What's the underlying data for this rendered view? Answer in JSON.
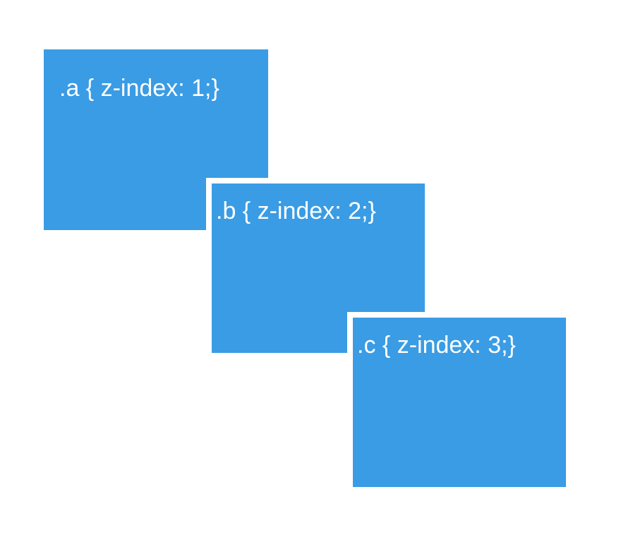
{
  "colors": {
    "box_fill": "#3a9ce4",
    "box_text": "#ffffff",
    "background": "#ffffff"
  },
  "boxes": [
    {
      "label": ".a { z-index: 1;}"
    },
    {
      "label": ".b { z-index: 2;}"
    },
    {
      "label": ".c { z-index: 3;}"
    }
  ]
}
